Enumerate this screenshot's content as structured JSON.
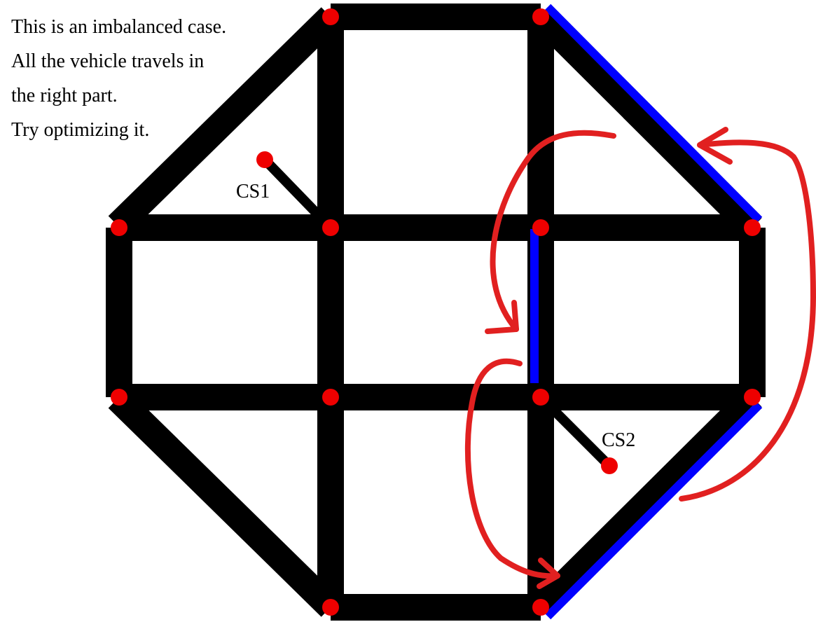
{
  "note": {
    "lines": [
      "This is an imbalanced case.",
      "All the vehicle travels in",
      "the right part.",
      "Try optimizing it."
    ]
  },
  "stations": {
    "cs1": {
      "label": "CS1"
    },
    "cs2": {
      "label": "CS2"
    }
  },
  "colors": {
    "road": "#000000",
    "highlight_route": "#0000ff",
    "node": "#ee0000",
    "annotation_arrow": "#e12020"
  }
}
